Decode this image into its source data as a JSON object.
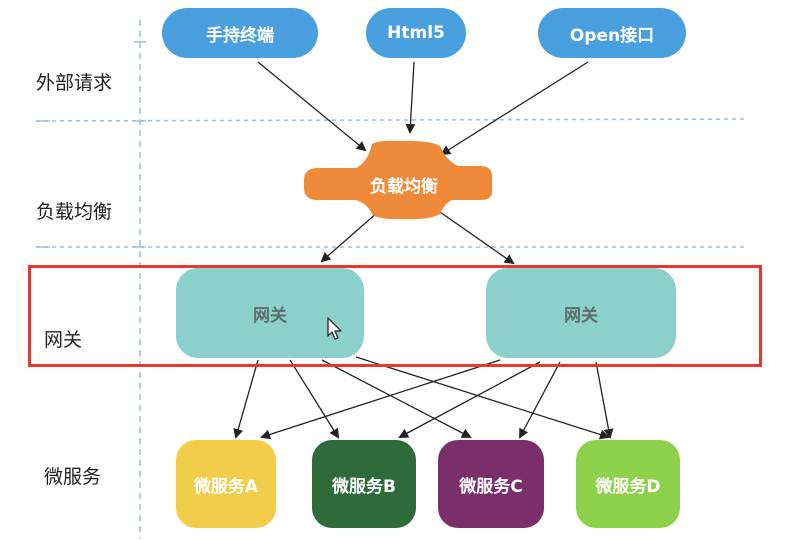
{
  "rows": {
    "external": "外部请求",
    "load_balance": "负载均衡",
    "gateway": "网关",
    "microservice": "微服务"
  },
  "clients": [
    {
      "label": "手持终端"
    },
    {
      "label": "Html5"
    },
    {
      "label": "Open接口"
    }
  ],
  "load_balancer": {
    "label": "负载均衡"
  },
  "gateways": [
    {
      "label": "网关"
    },
    {
      "label": "网关"
    }
  ],
  "services": [
    {
      "label": "微服务A",
      "color": "#f2cd4a"
    },
    {
      "label": "微服务B",
      "color": "#2f6b3a"
    },
    {
      "label": "微服务C",
      "color": "#7a2f6a"
    },
    {
      "label": "微服务D",
      "color": "#8ed24b"
    }
  ],
  "colors": {
    "client": "#4a9fde",
    "load_balancer": "#ee8a3a",
    "gateway": "#8bd0cb",
    "highlight": "#e8372f",
    "grid_line": "#9cc0d8"
  },
  "icons": {
    "cursor": "mouse-pointer-icon"
  }
}
